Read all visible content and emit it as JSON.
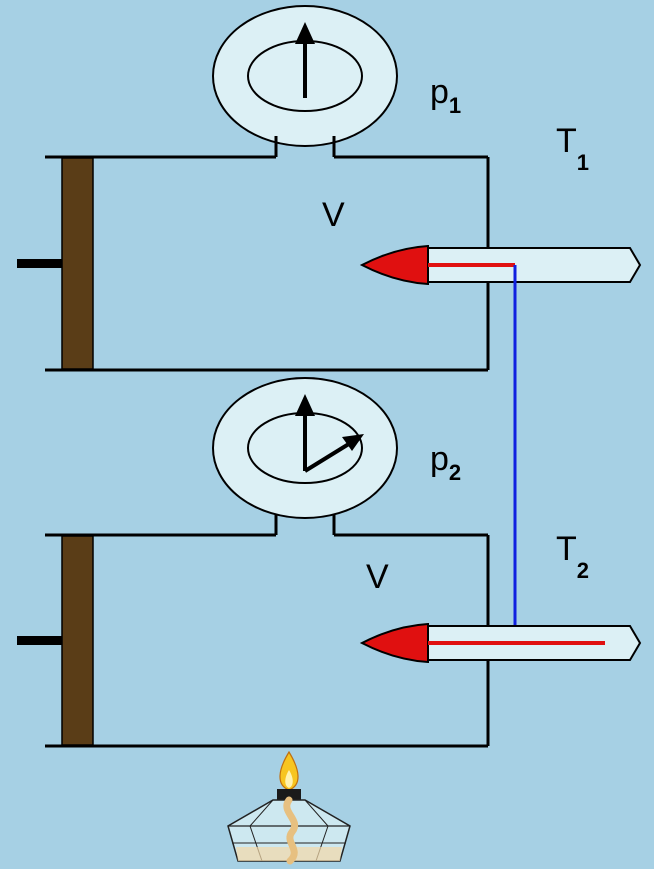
{
  "colors": {
    "background": "#a6d0e4",
    "wall": "#000000",
    "piston": "#5a3d17",
    "gauge_fill": "#dcf0f5",
    "thermometer_fill": "#dcf0f5",
    "thermometer_bulb": "#e01010",
    "mercury": "#e01010",
    "link_line": "#1020e0",
    "flame": "#f7c520",
    "wick": "#f0d090"
  },
  "top_container": {
    "pressure_label": "p",
    "pressure_sub": "1",
    "temperature_label": "T",
    "temperature_sub": "1",
    "volume_label": "V"
  },
  "bottom_container": {
    "pressure_label": "p",
    "pressure_sub": "2",
    "temperature_label": "T",
    "temperature_sub": "2",
    "volume_label": "V"
  }
}
